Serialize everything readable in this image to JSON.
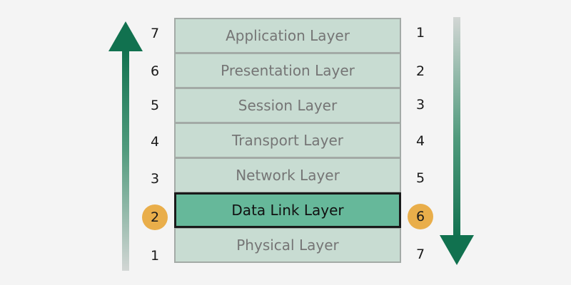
{
  "layers": [
    {
      "name": "Application Layer",
      "left_num": "7",
      "right_num": "1"
    },
    {
      "name": "Presentation Layer",
      "left_num": "6",
      "right_num": "2"
    },
    {
      "name": "Session Layer",
      "left_num": "5",
      "right_num": "3"
    },
    {
      "name": "Transport Layer",
      "left_num": "4",
      "right_num": "4"
    },
    {
      "name": "Network Layer",
      "left_num": "3",
      "right_num": "5"
    },
    {
      "name": "Data Link Layer",
      "left_num": "2",
      "right_num": "6",
      "highlighted": true
    },
    {
      "name": "Physical Layer",
      "left_num": "1",
      "right_num": "7"
    }
  ],
  "colors": {
    "layer_fill": "#c8dcd2",
    "highlight_fill": "#66b89a",
    "badge": "#e9ae4a",
    "arrow": "#1e7a5a"
  },
  "icons": {
    "up_arrow": "arrow-up-icon",
    "down_arrow": "arrow-down-icon"
  }
}
